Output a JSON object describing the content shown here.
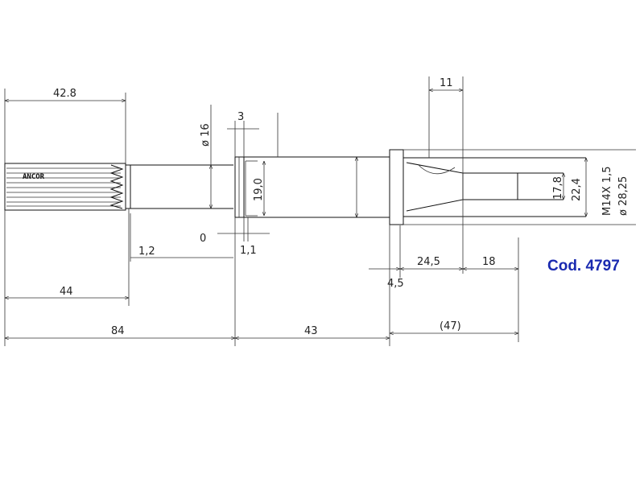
{
  "drawing": {
    "code": "Cod. 4797",
    "code_color": "#1a2ab0",
    "maker": "ANCOR",
    "line_color": "#111111",
    "dimensions": {
      "d42_8": "42.8",
      "d44": "44",
      "d84": "84",
      "d43": "43",
      "d47": "(47)",
      "d11": "11",
      "d3": "3",
      "d0": "0",
      "d1_1": "1,1",
      "d1_2": "1,2",
      "d4_5": "4,5",
      "d24_5": "24,5",
      "d18": "18",
      "dia16": "ø 16",
      "d19_0": "19,0",
      "d17_8": "17,8",
      "d22_4": "22,4",
      "thread": "M14X 1,5",
      "dia28_25": "ø 28,25"
    }
  }
}
